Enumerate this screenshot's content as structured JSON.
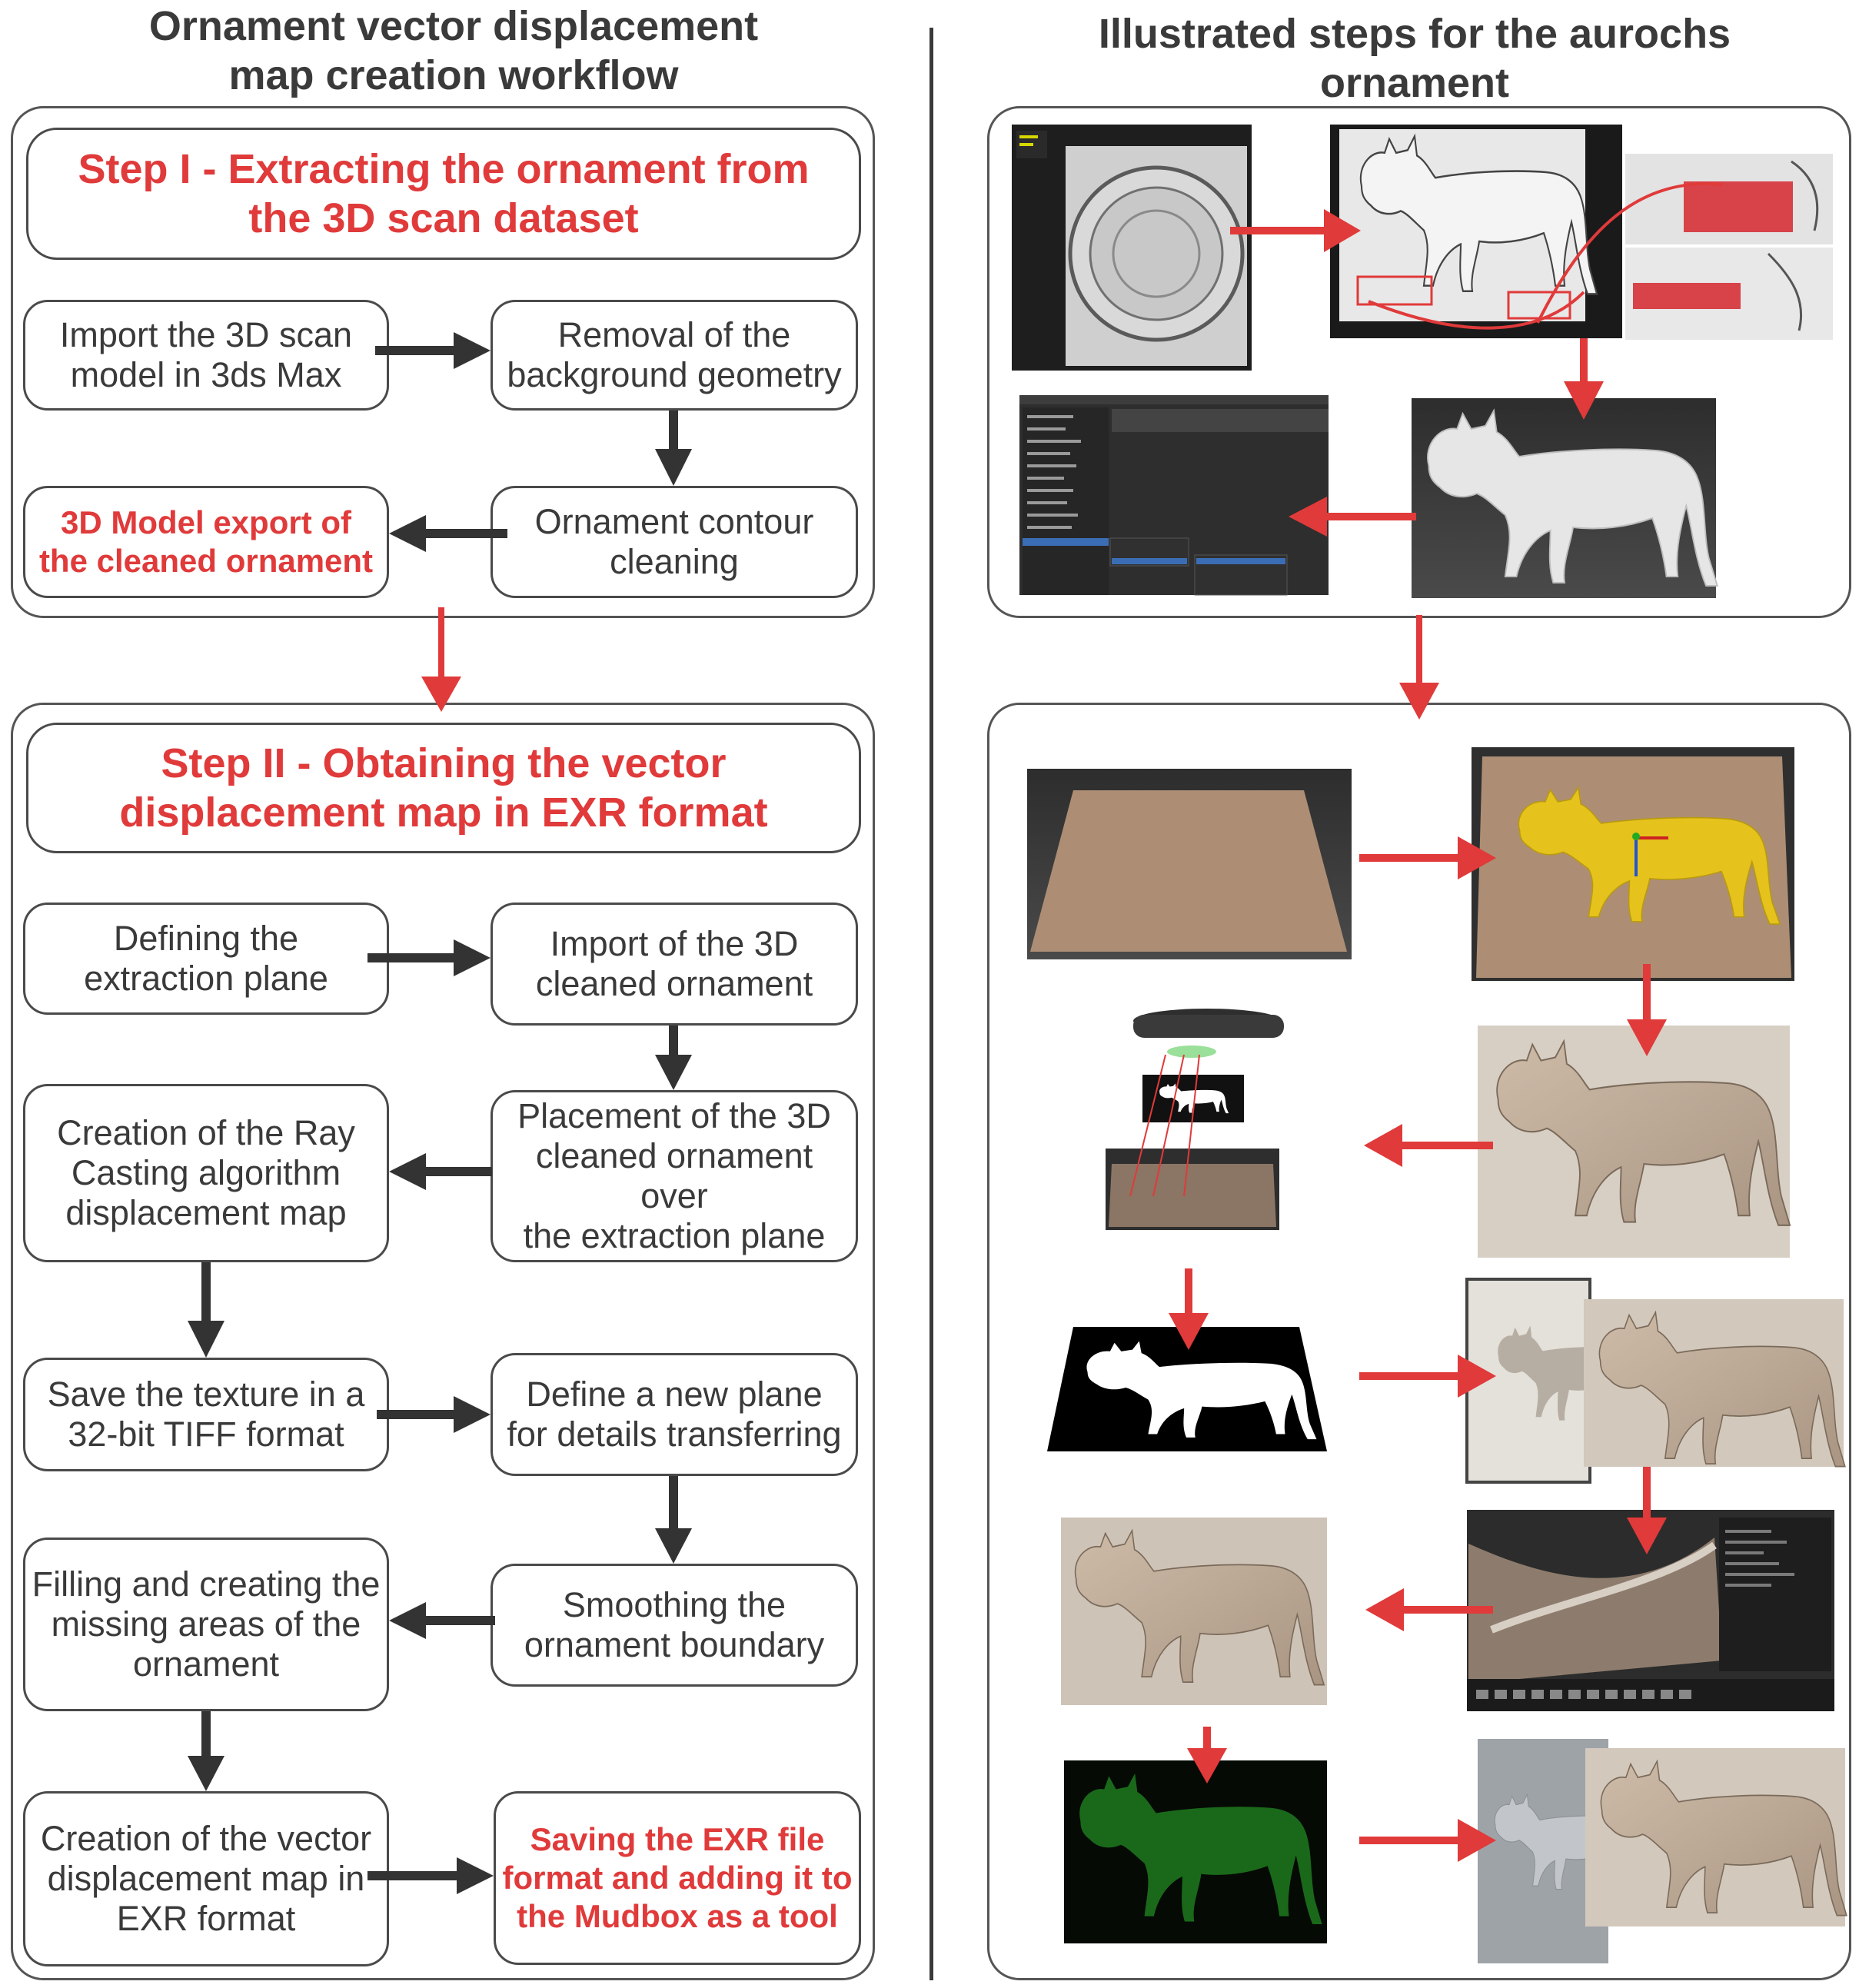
{
  "left_title": "Ornament vector displacement\nmap creation workflow",
  "right_title": "Illustrated steps for the aurochs\nornament",
  "step1": {
    "title": "Step I - Extracting the ornament from\nthe 3D scan dataset",
    "boxes": {
      "import_scan": "Import the 3D scan\nmodel in 3ds Max",
      "removal_background": "Removal of the\nbackground geometry",
      "contour_cleaning": "Ornament contour\ncleaning",
      "model_export": "3D Model export of\nthe cleaned ornament"
    }
  },
  "step2": {
    "title": "Step II - Obtaining the vector\ndisplacement map in EXR format",
    "boxes": {
      "define_plane": "Defining the\nextraction plane",
      "import_cleaned": "Import of the 3D\ncleaned ornament",
      "placement": "Placement of the 3D\ncleaned ornament over\nthe extraction plane",
      "ray_casting": "Creation of the Ray\nCasting algorithm\ndisplacement map",
      "save_texture": "Save the texture in a\n32-bit TIFF format",
      "new_plane": "Define a new plane\nfor details transferring",
      "smoothing": "Smoothing the\nornament boundary",
      "filling": "Filling and creating the\nmissing areas of the\nornament",
      "vector_map": "Creation of the vector\ndisplacement map in\nEXR format",
      "saving_exr": "Saving the EXR file\nformat and adding it to\nthe Mudbox as a tool"
    }
  },
  "colors": {
    "accent_red": "#e03a3a",
    "arrow_dark": "#333333",
    "clay": "#b6a592",
    "gold": "#e6c21c",
    "green_map": "#1f7a1f"
  }
}
